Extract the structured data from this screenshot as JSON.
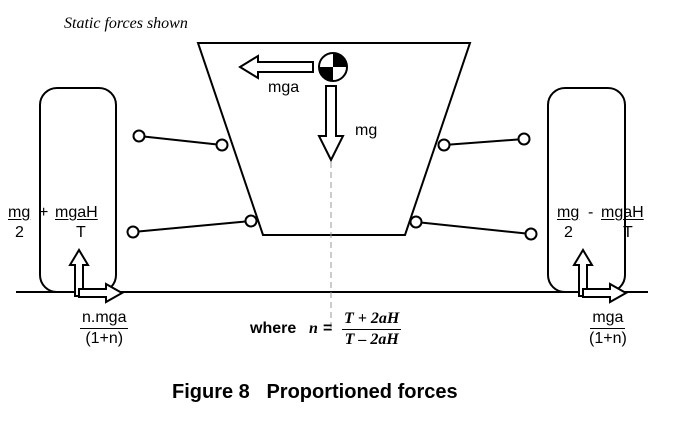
{
  "caption_top": "Static forces shown",
  "body_labels": {
    "mga": "mga",
    "mg": "mg"
  },
  "left_wheel": {
    "term1_num": "mg",
    "term1_den": "2",
    "op": "+",
    "term2_num": "mgaH",
    "term2_den": "T",
    "lateral_num": "n.mga",
    "lateral_den": "(1+n)"
  },
  "right_wheel": {
    "term1_num": "mg",
    "term1_den": "2",
    "op": "-",
    "term2_num": "mgaH",
    "term2_den": "T",
    "lateral_num": "mga",
    "lateral_den": "(1+n)"
  },
  "equation": {
    "prefix": "where",
    "variable": "n",
    "equals": "=",
    "numerator": "T + 2aH",
    "denominator": "T – 2aH"
  },
  "figure_caption": "Figure 8   Proportioned forces",
  "icons": {
    "cog_marker": "center-of-gravity-icon"
  },
  "colors": {
    "line": "#000000",
    "centerline": "#9a9a9a",
    "background": "#ffffff"
  }
}
